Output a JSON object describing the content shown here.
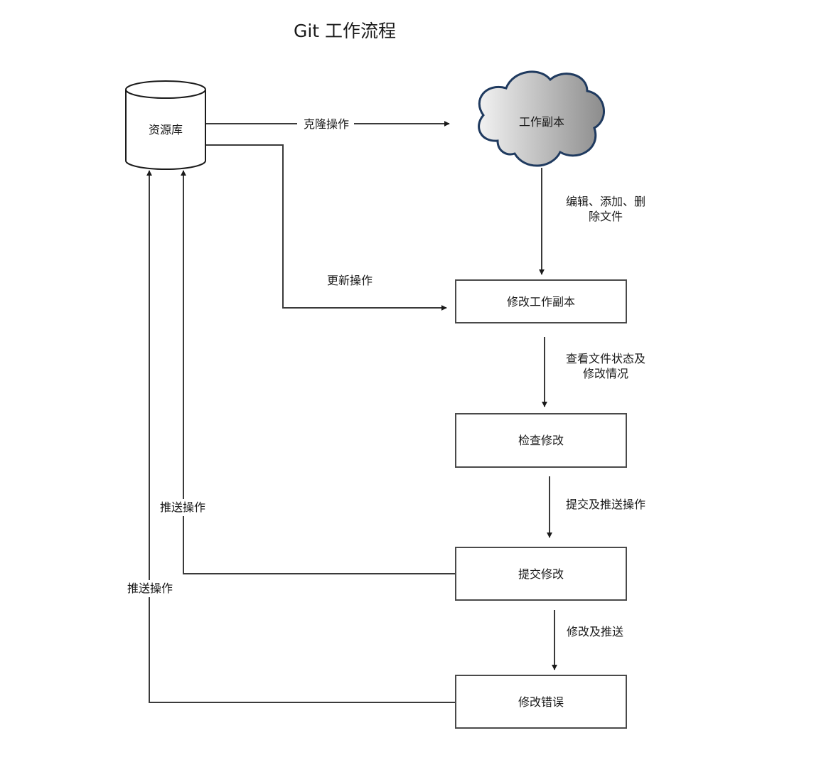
{
  "title": "Git 工作流程",
  "nodes": {
    "repository": "资源库",
    "working_copy": "工作副本",
    "modify_working_copy": "修改工作副本",
    "review_changes": "检查修改",
    "commit_changes": "提交修改",
    "fix_errors": "修改错误"
  },
  "edges": {
    "clone": "克隆操作",
    "update": "更新操作",
    "edit_line1": "编辑、添加、删",
    "edit_line2": "除文件",
    "status_line1": "查看文件状态及",
    "status_line2": "修改情况",
    "commit_push": "提交及推送操作",
    "amend_push": "修改及推送",
    "push_from_commit": "推送操作",
    "push_from_fix": "推送操作"
  },
  "colors": {
    "stroke": "#3a3a3a",
    "cloud_fill_light": "#f2f2f2",
    "cloud_fill_dark": "#8c8c8c",
    "cloud_stroke": "#1f3a5f"
  }
}
